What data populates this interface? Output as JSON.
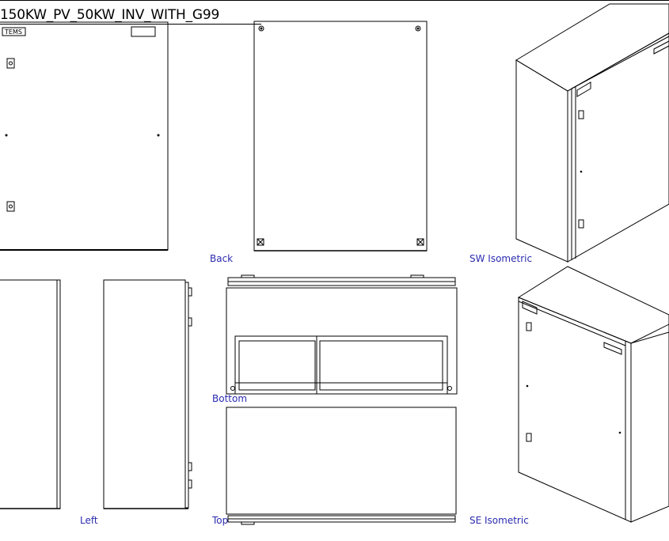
{
  "drawing": {
    "title": "150KW_PV_50KW_INV_WITH_G99",
    "badge_text": "TEMS"
  },
  "views": {
    "back": "Back",
    "sw_iso": "SW Isometric",
    "bottom": "Bottom",
    "left": "Left",
    "top": "Top",
    "se_iso": "SE Isometric"
  },
  "colors": {
    "line": "#000000",
    "label": "#2b2bb0",
    "background": "#ffffff"
  }
}
